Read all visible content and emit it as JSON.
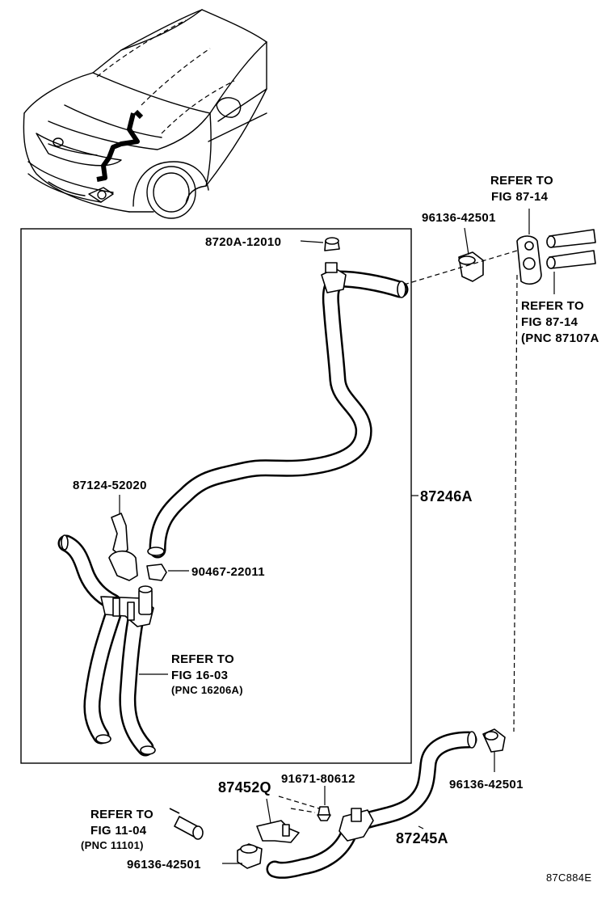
{
  "diagram": {
    "figure_code": "87C884E",
    "labels": {
      "refer_fig_87_14_top": [
        "REFER TO",
        "FIG 87-14"
      ],
      "clamp_top": "96136-42501",
      "refer_fig_87_14_pnc": [
        "REFER TO",
        "FIG 87-14",
        "(PNC 87107A"
      ],
      "valve_cap": "8720A-12010",
      "bracket": "87124-52020",
      "hose_assembly": "87246A",
      "clip": "90467-22011",
      "refer_fig_16_03": [
        "REFER TO",
        "FIG 16-03",
        "(PNC 16206A)"
      ],
      "clamp_right": "96136-42501",
      "bracket_lower": "87452Q",
      "bolt": "91671-80612",
      "refer_fig_11_04": [
        "REFER TO",
        "FIG 11-04",
        "(PNC 11101)"
      ],
      "clamp_bottom": "96136-42501",
      "hose_lower": "87245A"
    }
  }
}
